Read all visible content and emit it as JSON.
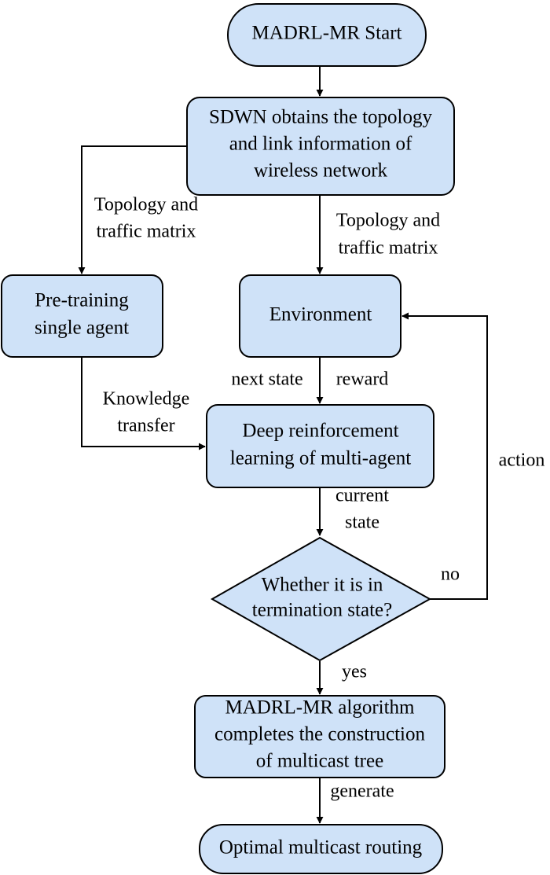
{
  "nodes": {
    "start": "MADRL-MR Start",
    "sdwn": [
      "SDWN obtains the topology",
      "and link information of",
      "wireless network"
    ],
    "pretrain": [
      "Pre-training",
      "single agent"
    ],
    "environment": "Environment",
    "drl": [
      "Deep reinforcement",
      "learning of multi-agent"
    ],
    "decision": [
      "Whether it is in",
      "termination state?"
    ],
    "completes": [
      "MADRL-MR algorithm",
      "completes the construction",
      "of multicast tree"
    ],
    "end": "Optimal multicast routing"
  },
  "edge_labels": {
    "topology_left": [
      "Topology and",
      "traffic matrix"
    ],
    "topology_right": [
      "Topology and",
      "traffic matrix"
    ],
    "knowledge": [
      "Knowledge",
      "transfer"
    ],
    "next_state": "next state",
    "reward": "reward",
    "current_state": [
      "current",
      "state"
    ],
    "action": "action",
    "no": "no",
    "yes": "yes",
    "generate": "generate"
  }
}
